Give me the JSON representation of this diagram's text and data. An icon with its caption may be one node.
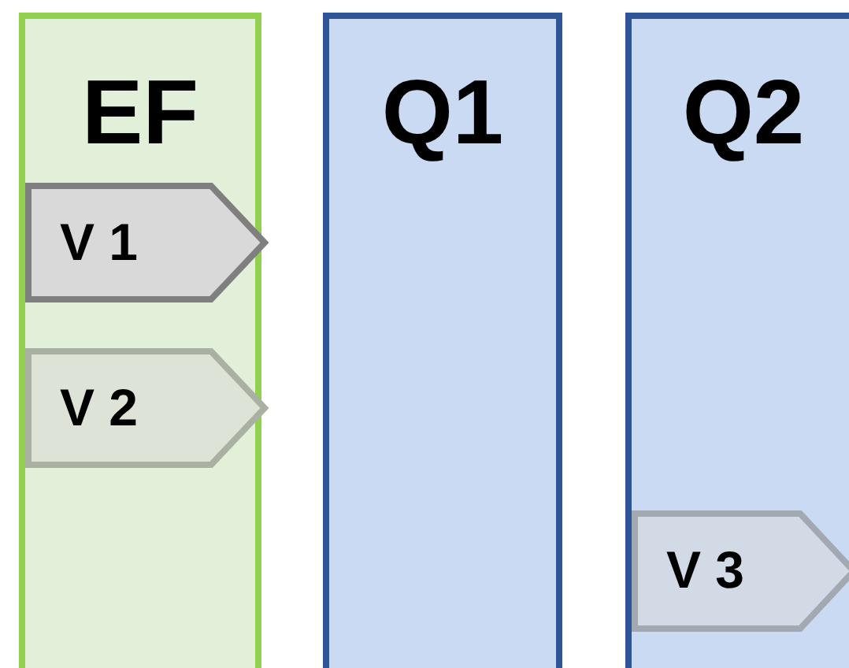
{
  "diagram": {
    "nodes": [
      {
        "text": [
          "EF"
        ]
      },
      {
        "text": [
          "Q1"
        ]
      },
      {
        "text": [
          "Q2"
        ]
      },
      {
        "text": [
          "V 1"
        ],
        "in": 0
      },
      {
        "text": [
          "V 2"
        ],
        "in": 0
      },
      {
        "text": [
          "V 3"
        ],
        "in": 2
      }
    ],
    "edges": []
  }
}
